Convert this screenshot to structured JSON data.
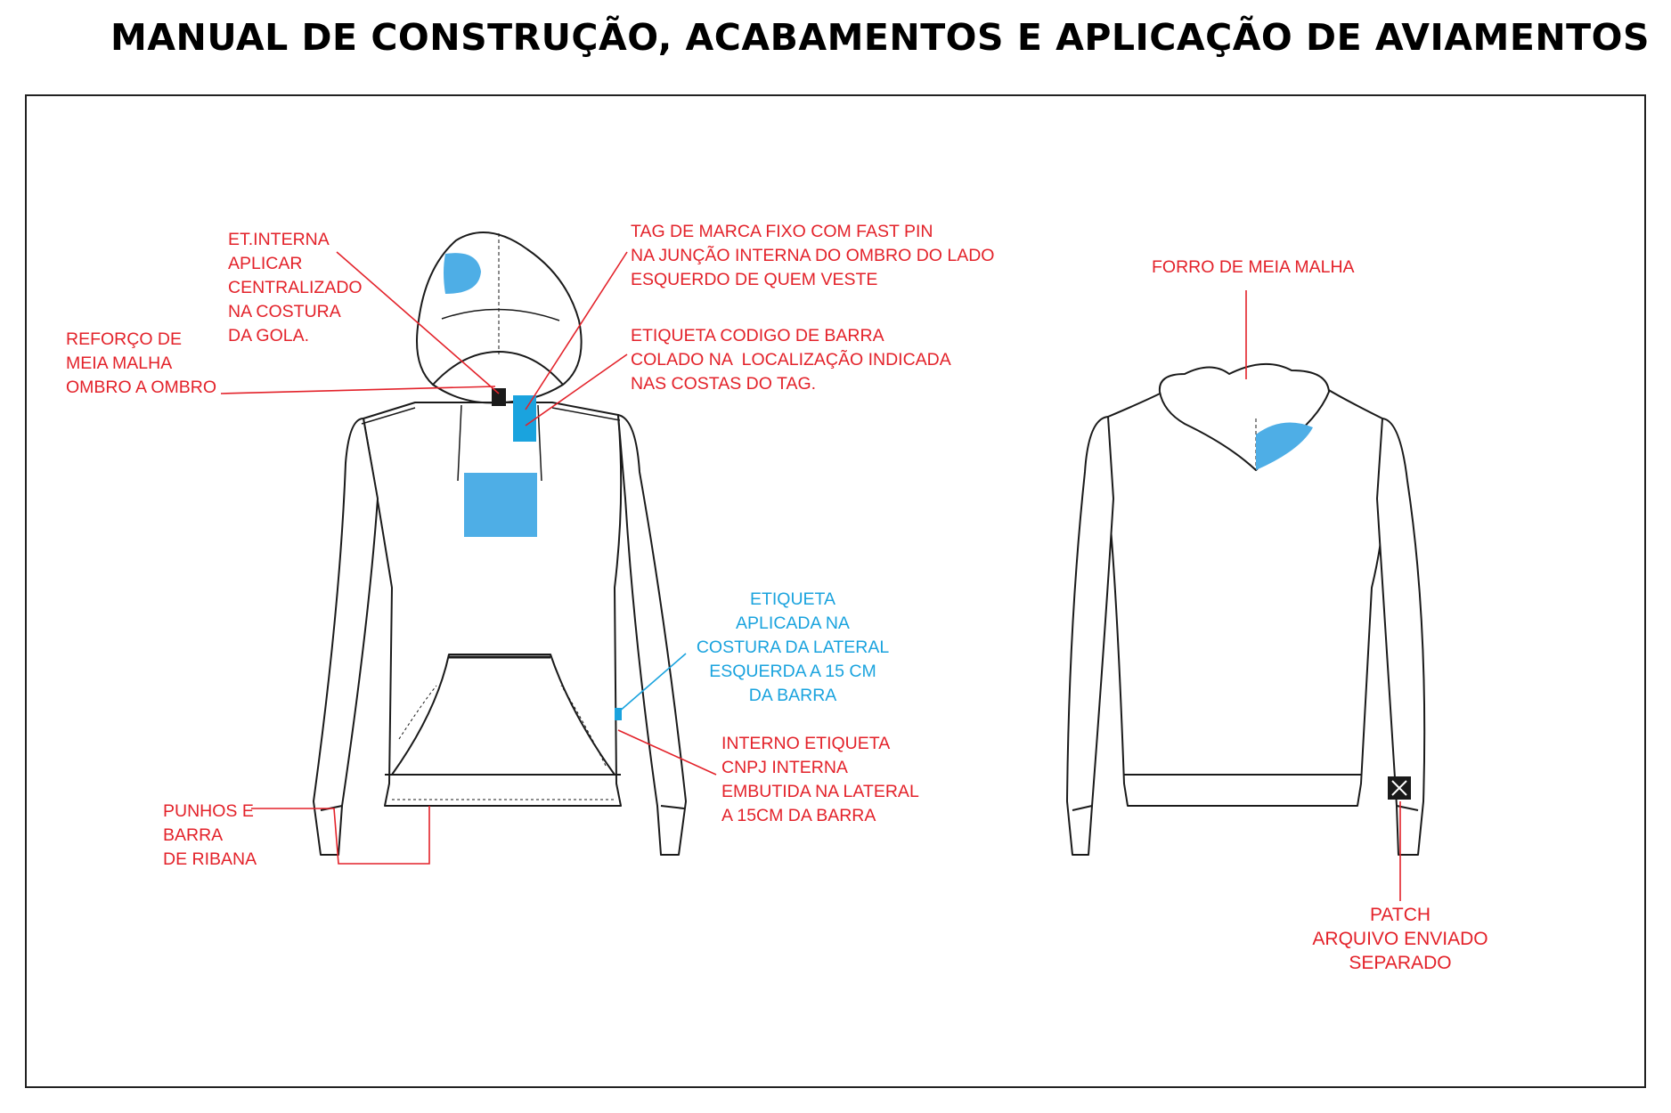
{
  "title": "MANUAL DE CONSTRUÇÃO, ACABAMENTOS E APLICAÇÃO DE AVIAMENTOS",
  "colors": {
    "annotation": "#e3222a",
    "accent_blue": "#4eaee6",
    "label_blue": "#1aa3de",
    "lines": "#1a1a1a"
  },
  "notes": {
    "et_interna": "ET.INTERNA\nAPLICAR\nCENTRALIZADO\nNA COSTURA\nDA GOLA.",
    "reforco": "REFORÇO DE\nMEIA MALHA\nOMBRO A OMBRO",
    "tag_marca": "TAG DE MARCA FIXO COM FAST PIN\nNA JUNÇÃO INTERNA DO OMBRO DO LADO\nESQUERDO DE QUEM VESTE",
    "etiqueta_barra": "ETIQUETA CODIGO DE BARRA\nCOLADO NA  LOCALIZAÇÃO INDICADA\nNAS COSTAS DO TAG.",
    "etiqueta_lateral": "ETIQUETA\nAPLICADA NA\nCOSTURA DA LATERAL\nESQUERDA A 15 CM\nDA BARRA",
    "interno_cnpj": "INTERNO ETIQUETA\nCNPJ INTERNA\nEMBUTIDA NA LATERAL\nA 15CM DA BARRA",
    "punhos": "PUNHOS E\nBARRA\nDE RIBANA",
    "forro": "FORRO DE MEIA MALHA",
    "patch": "PATCH\nARQUIVO ENVIADO\nSEPARADO"
  }
}
